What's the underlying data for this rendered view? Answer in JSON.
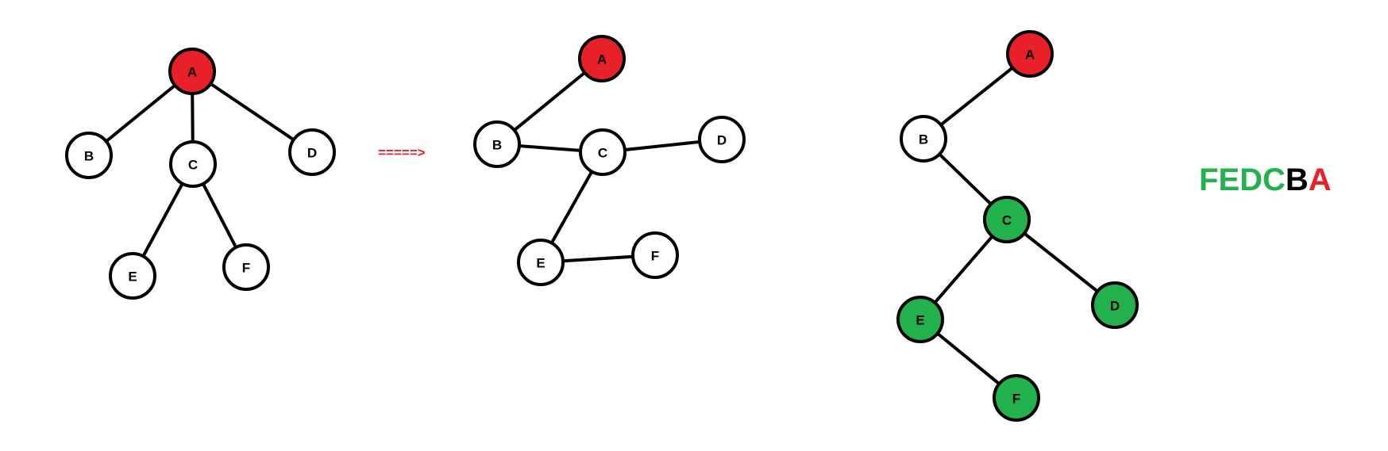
{
  "colors": {
    "root": "#e8202a",
    "visited": "#22b14c",
    "plain": "#ffffff",
    "black": "#000000"
  },
  "arrow_text": "=====>",
  "result": {
    "text": "FEDCBA",
    "letters": [
      {
        "ch": "F",
        "color": "#22b14c"
      },
      {
        "ch": "E",
        "color": "#22b14c"
      },
      {
        "ch": "D",
        "color": "#22b14c"
      },
      {
        "ch": "C",
        "color": "#22b14c"
      },
      {
        "ch": "B",
        "color": "#000000"
      },
      {
        "ch": "A",
        "color": "#e8202a"
      }
    ]
  },
  "diagrams": [
    {
      "id": "tree",
      "nodes": [
        {
          "id": "A",
          "label": "A",
          "fill": "root"
        },
        {
          "id": "B",
          "label": "B",
          "fill": "plain"
        },
        {
          "id": "C",
          "label": "C",
          "fill": "plain"
        },
        {
          "id": "D",
          "label": "D",
          "fill": "plain"
        },
        {
          "id": "E",
          "label": "E",
          "fill": "plain"
        },
        {
          "id": "F",
          "label": "F",
          "fill": "plain"
        }
      ],
      "edges": [
        [
          "A",
          "B"
        ],
        [
          "A",
          "C"
        ],
        [
          "A",
          "D"
        ],
        [
          "C",
          "E"
        ],
        [
          "C",
          "F"
        ]
      ]
    },
    {
      "id": "transformed",
      "nodes": [
        {
          "id": "A",
          "label": "A",
          "fill": "root"
        },
        {
          "id": "B",
          "label": "B",
          "fill": "plain"
        },
        {
          "id": "C",
          "label": "C",
          "fill": "plain"
        },
        {
          "id": "D",
          "label": "D",
          "fill": "plain"
        },
        {
          "id": "E",
          "label": "E",
          "fill": "plain"
        },
        {
          "id": "F",
          "label": "F",
          "fill": "plain"
        }
      ],
      "edges": [
        [
          "A",
          "B"
        ],
        [
          "B",
          "C"
        ],
        [
          "C",
          "D"
        ],
        [
          "C",
          "E"
        ],
        [
          "E",
          "F"
        ]
      ]
    },
    {
      "id": "traversal",
      "nodes": [
        {
          "id": "A",
          "label": "A",
          "fill": "root"
        },
        {
          "id": "B",
          "label": "B",
          "fill": "plain"
        },
        {
          "id": "C",
          "label": "C",
          "fill": "visited"
        },
        {
          "id": "D",
          "label": "D",
          "fill": "visited"
        },
        {
          "id": "E",
          "label": "E",
          "fill": "visited"
        },
        {
          "id": "F",
          "label": "F",
          "fill": "visited"
        }
      ],
      "edges": [
        [
          "A",
          "B"
        ],
        [
          "B",
          "C"
        ],
        [
          "C",
          "D"
        ],
        [
          "C",
          "E"
        ],
        [
          "E",
          "F"
        ]
      ]
    }
  ]
}
